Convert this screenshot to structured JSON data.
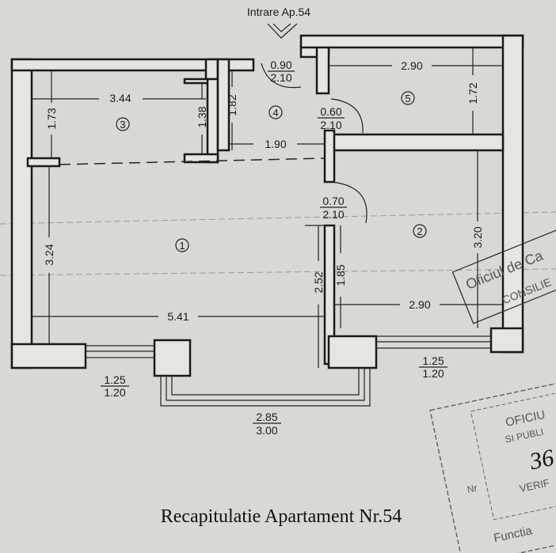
{
  "entrance_label": "Intrare Ap.54",
  "title": "Recapitulatie Apartament Nr.54",
  "rooms": [
    "1",
    "2",
    "3",
    "4",
    "5"
  ],
  "dimensions": {
    "room3_width": "3.44",
    "room3_height": "1.73",
    "room3_inner": "1.38",
    "room4_height": "1.82",
    "room4_width": "1.90",
    "entry_door_w": "0.90",
    "entry_door_h": "2.10",
    "door4_5_w": "0.60",
    "door4_5_h": "2.10",
    "room5_width": "2.90",
    "room5_height": "1.72",
    "door2_w": "0.70",
    "door2_h": "2.10",
    "room1_height": "3.24",
    "room1_width": "5.41",
    "room1_inner": "2.52",
    "room2_inner": "1.85",
    "room2_width": "2.90",
    "room2_height": "3.20",
    "window_left_w": "1.25",
    "window_left_h": "1.20",
    "window_right_w": "1.25",
    "window_right_h": "1.20",
    "bay_w": "2.85",
    "bay_h": "3.00"
  },
  "stamps": {
    "stamp1_text1": "Oficiul de Ca",
    "stamp1_text2": "CONSILIE",
    "stamp2_text1": "OFICIU",
    "stamp2_text2": "SI PUBLI",
    "stamp2_nr": "Nr",
    "stamp2_handwritten": "36",
    "stamp2_verif": "VERIF",
    "stamp2_functia": "Functia"
  }
}
